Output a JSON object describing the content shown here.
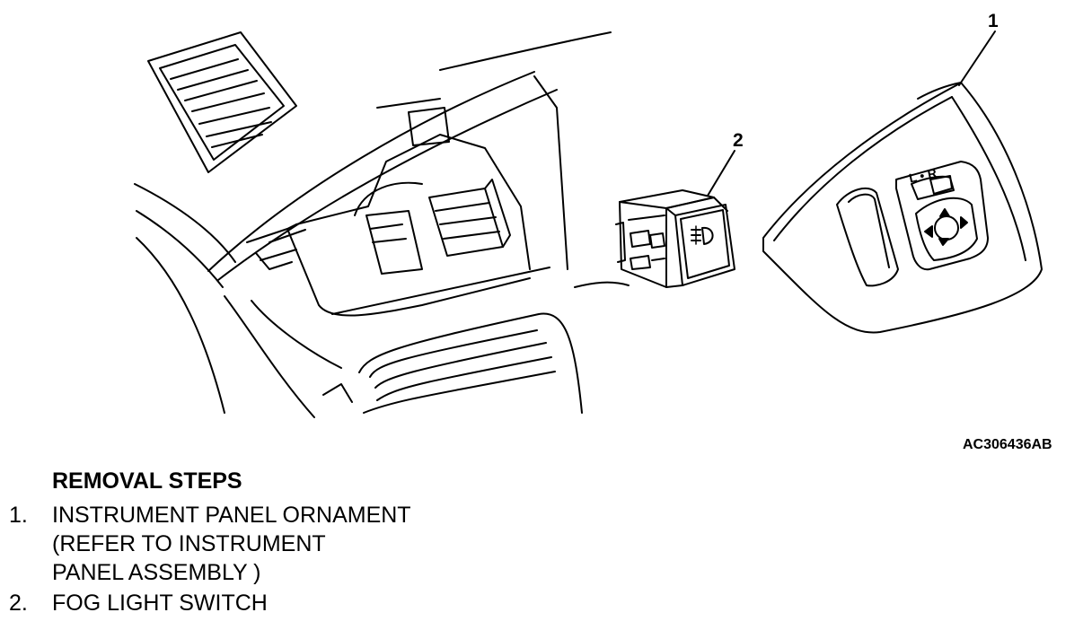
{
  "figure": {
    "callout_1": "1",
    "callout_2": "2",
    "switch_label": "L • R",
    "figure_code": "AC306436AB"
  },
  "removal": {
    "title": "REMOVAL STEPS",
    "steps": [
      {
        "num": "1.",
        "lines": [
          "INSTRUMENT PANEL ORNAMENT",
          "(REFER TO INSTRUMENT",
          "PANEL ASSEMBLY )"
        ]
      },
      {
        "num": "2.",
        "lines": [
          "FOG LIGHT SWITCH"
        ]
      }
    ]
  }
}
